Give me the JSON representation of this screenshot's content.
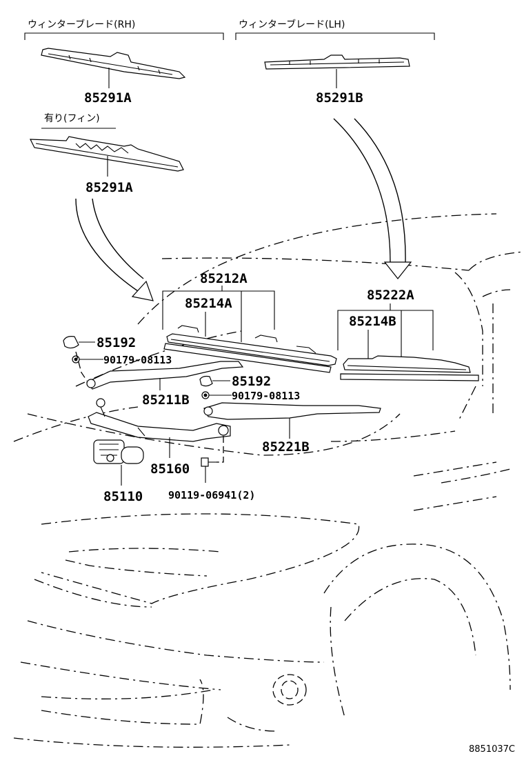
{
  "headings": {
    "rh": "ウィンターブレード(RH)",
    "lh": "ウィンターブレード(LH)",
    "fin": "有り(フィン)"
  },
  "parts": {
    "p85291A_top": "85291A",
    "p85291B": "85291B",
    "p85291A_fin": "85291A",
    "p85212A": "85212A",
    "p85214A": "85214A",
    "p85222A": "85222A",
    "p85214B": "85214B",
    "p85192_a": "85192",
    "p90179_a": "90179-08113",
    "p85192_b": "85192",
    "p90179_b": "90179-08113",
    "p85211B": "85211B",
    "p85221B": "85221B",
    "p85160": "85160",
    "p85110": "85110",
    "p90119": "90119-06941(2)"
  },
  "illustration_id": "8851037C"
}
